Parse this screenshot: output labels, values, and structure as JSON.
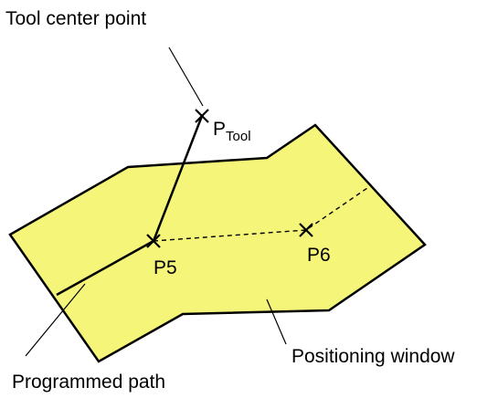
{
  "labels": {
    "tool_center_point": "Tool center point",
    "p_tool_main": "P",
    "p_tool_sub": "Tool",
    "p5": "P5",
    "p6": "P6",
    "positioning_window": "Positioning window",
    "programmed_path": "Programmed path"
  },
  "colors": {
    "window_fill": "#f5f57a",
    "stroke": "#000000",
    "background": "#ffffff"
  },
  "icons": {
    "point_marker": "x-cross-marker"
  }
}
